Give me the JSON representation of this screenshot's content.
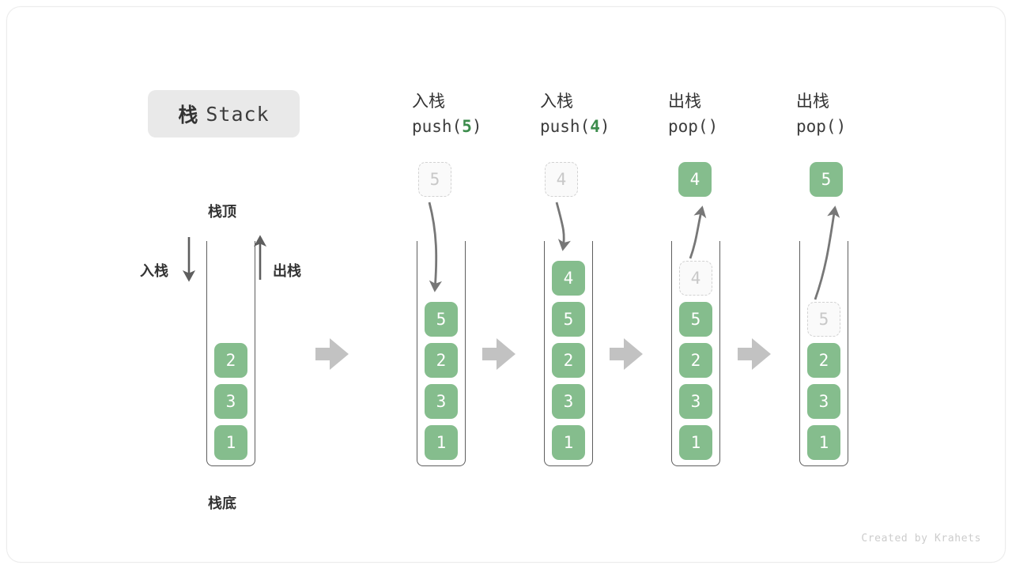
{
  "title": {
    "cn": "栈",
    "en": "Stack"
  },
  "labels": {
    "top": "栈顶",
    "bottom": "栈底",
    "push": "入栈",
    "pop": "出栈"
  },
  "footer": "Created by Krahets",
  "colors": {
    "element_green": "#85bd8d",
    "arg_green": "#3c8c4c",
    "ghost_gray": "#c8c8c8",
    "wall_gray": "#5e5e5e",
    "block_arrow_gray": "#c2c2c2",
    "chip_gray": "#e9e9e9"
  },
  "stages": [
    {
      "id": "initial",
      "header_cn": "",
      "header_code": "",
      "header_arg": "",
      "stack": [
        "2",
        "3",
        "1"
      ],
      "floating": null,
      "ghost_in_stack": null
    },
    {
      "id": "push-5",
      "header_cn": "入栈",
      "header_code_prefix": "push(",
      "header_arg": "5",
      "header_code_suffix": ")",
      "stack": [
        "5",
        "2",
        "3",
        "1"
      ],
      "floating": {
        "value": "5",
        "style": "ghost"
      },
      "ghost_in_stack": null
    },
    {
      "id": "push-4",
      "header_cn": "入栈",
      "header_code_prefix": "push(",
      "header_arg": "4",
      "header_code_suffix": ")",
      "stack": [
        "4",
        "5",
        "2",
        "3",
        "1"
      ],
      "floating": {
        "value": "4",
        "style": "ghost"
      },
      "ghost_in_stack": null
    },
    {
      "id": "pop-1",
      "header_cn": "出栈",
      "header_code_prefix": "pop(",
      "header_arg": "",
      "header_code_suffix": ")",
      "stack": [
        "5",
        "2",
        "3",
        "1"
      ],
      "floating": {
        "value": "4",
        "style": "solid"
      },
      "ghost_in_stack": {
        "value": "4",
        "slot": 0
      }
    },
    {
      "id": "pop-2",
      "header_cn": "出栈",
      "header_code_prefix": "pop(",
      "header_arg": "",
      "header_code_suffix": ")",
      "stack": [
        "2",
        "3",
        "1"
      ],
      "floating": {
        "value": "5",
        "style": "solid"
      },
      "ghost_in_stack": {
        "value": "5",
        "slot": 1
      }
    }
  ]
}
